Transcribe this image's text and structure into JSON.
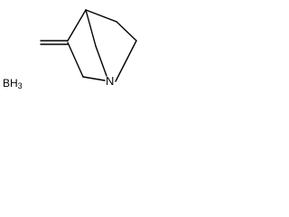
{
  "molecule": {
    "atoms": {
      "nitrogen": "N"
    },
    "reagent": {
      "symbol": "BH",
      "subscript": "3"
    }
  }
}
